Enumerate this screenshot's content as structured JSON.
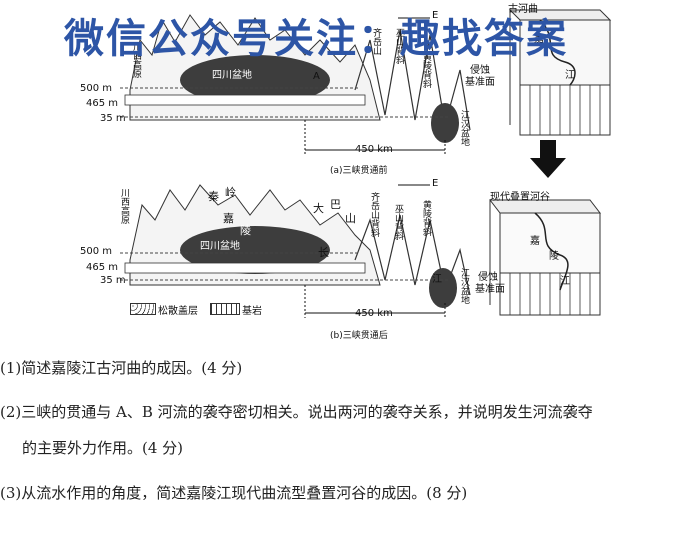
{
  "watermark": "微信公众号关注：趣找答案",
  "diagram_a": {
    "elev_500": "500 m",
    "elev_465": "465 m",
    "elev_35": "35 m",
    "label_A": "A",
    "label_E": "E",
    "basin": "四川盆地",
    "west": "川西高原",
    "ridge1": "齐岳山",
    "ridge2": "巫山背斜",
    "ridge3": "黄陵背斜",
    "plain": "江汉盆地",
    "dist": "450 km",
    "caption": "(a)三峡贯通前"
  },
  "diagram_b": {
    "elev_500": "500 m",
    "elev_465": "465 m",
    "elev_35": "35 m",
    "label_E": "E",
    "west": "川西高原",
    "qin": "秦",
    "ling": "岭",
    "jia": "嘉",
    "ling2": "陵",
    "da": "大",
    "ba": "巴",
    "shan": "山",
    "basin": "四川盆地",
    "chang": "长",
    "ridge1": "齐岳山背斜",
    "ridge2": "巫山背斜",
    "ridge3": "黄陵背斜",
    "jiang": "江",
    "plain": "江汉盆地",
    "dist": "450 km",
    "caption": "(b)三峡贯通后"
  },
  "legend": {
    "loose": "松散盖层",
    "bedrock": "基岩"
  },
  "block_top": {
    "title": "古河曲",
    "jia": "嘉",
    "jiang": "江",
    "base1": "侵蚀",
    "base2": "基准面"
  },
  "block_bottom": {
    "title": "现代叠置河谷",
    "jia": "嘉",
    "ling": "陵",
    "jiang": "江",
    "base1": "侵蚀",
    "base2": "基准面"
  },
  "questions": [
    "(1)简述嘉陵江古河曲的成因。(4 分)",
    "(2)三峡的贯通与 A、B 河流的袭夺密切相关。说出两河的袭夺关系，并说明发生河流袭夺",
    "的主要外力作用。(4 分)",
    "(3)从流水作用的角度，简述嘉陵江现代曲流型叠置河谷的成因。(8 分)"
  ]
}
